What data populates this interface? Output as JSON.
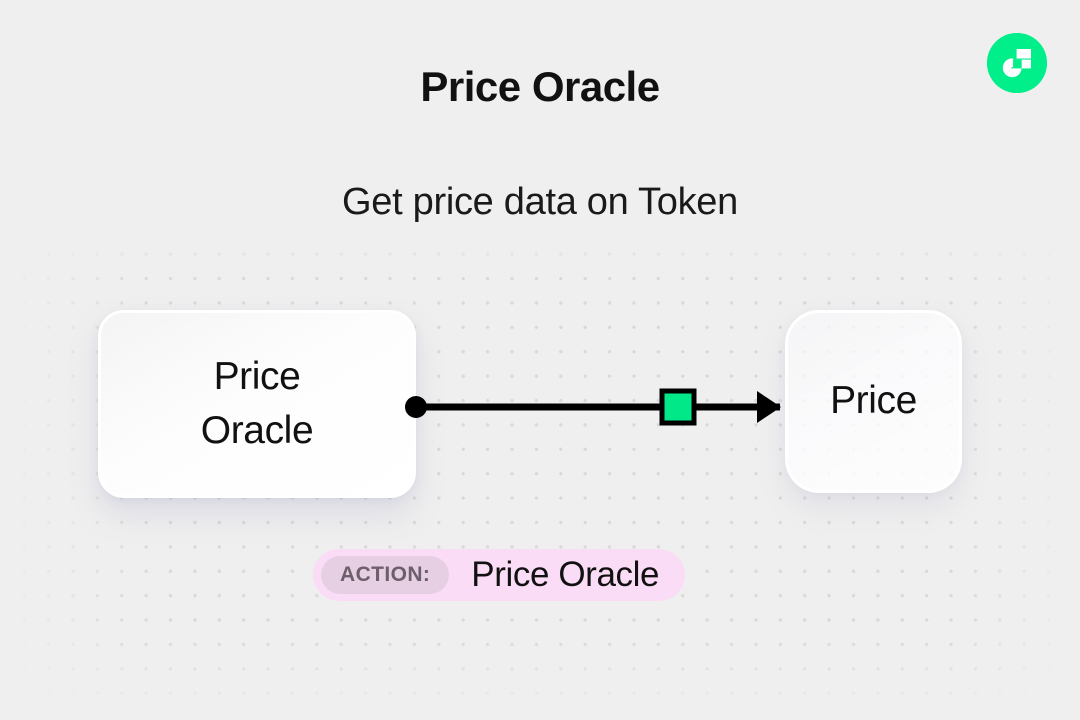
{
  "page": {
    "title": "Price Oracle",
    "subtitle": "Get price data on Token"
  },
  "brand": {
    "logo_icon": "flow-logo-icon",
    "logo_color": "#00EF8B",
    "logo_mark_color": "#FFFFFF"
  },
  "diagram": {
    "source_node": {
      "icon": "node-icon",
      "label_line1": "Price",
      "label_line2": "Oracle"
    },
    "target_node": {
      "label": "Price"
    },
    "connector": {
      "start_handle_icon": "connection-dot-icon",
      "marker_icon": "green-square-marker-icon",
      "marker_color": "#00E887",
      "end_handle_icon": "arrowhead-icon",
      "line_color": "#000000"
    }
  },
  "action": {
    "tag_label": "ACTION:",
    "value": "Price Oracle",
    "bar_color": "#FBDCF6",
    "tag_color": "#E7CFE3"
  },
  "theme": {
    "background": "#EFEFEF",
    "dot_color": "#D9D9D9",
    "text_color": "#111111"
  }
}
